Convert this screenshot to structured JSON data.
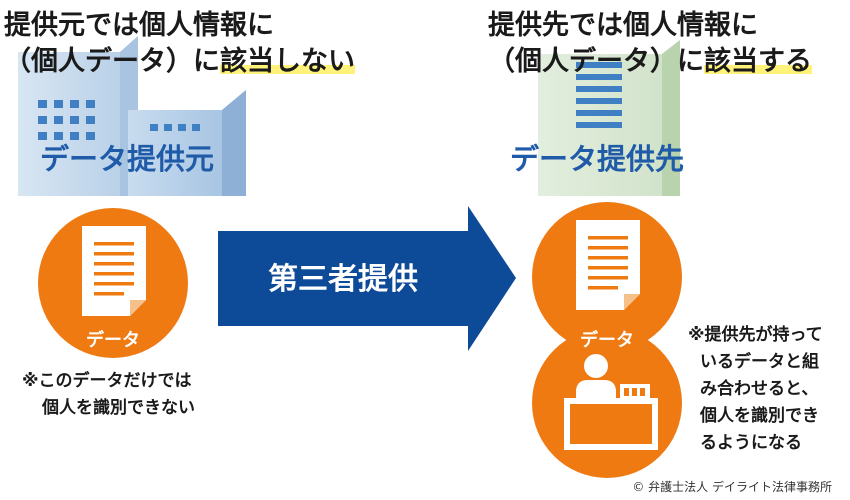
{
  "left": {
    "heading_line1": "提供元では個人情報に",
    "heading_line2_pre": "（個人データ）に",
    "heading_line2_hl": "該当しない",
    "building_label": "データ提供元",
    "doc_label": "データ",
    "note_line1": "※このデータだけでは",
    "note_line2": "個人を識別できない"
  },
  "right": {
    "heading_line1": "提供先では個人情報に",
    "heading_line2_pre": "（個人データ）に",
    "heading_line2_hl": "該当する",
    "building_label": "データ提供先",
    "doc_label": "データ",
    "note_lines": [
      "※提供先が持って",
      "いるデータと組",
      "み合わせると、",
      "個人を識別でき",
      "るようになる"
    ]
  },
  "arrow_label": "第三者提供",
  "credit": "© 弁護士法人 デイライト法律事務所",
  "colors": {
    "orange": "#ef7a12",
    "navy": "#0d4a98",
    "label_blue": "#1f5ba8",
    "highlight": "#fff27a"
  },
  "icons": [
    "document-icon",
    "person-at-desk-icon",
    "office-building-icon"
  ]
}
